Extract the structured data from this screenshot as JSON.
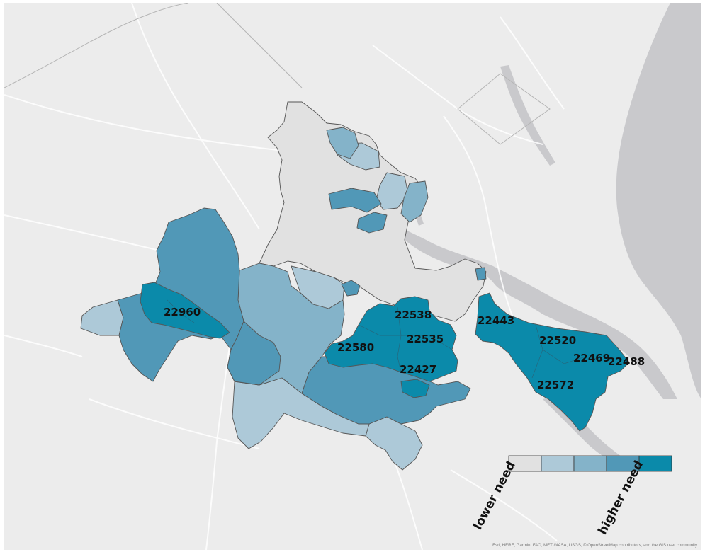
{
  "colors": {
    "land": "#ececec",
    "water": "#c9c9cc",
    "road": "#ffffff",
    "boundary": "#555555",
    "need_classes": [
      "#e1e1e1",
      "#adc9d8",
      "#84b3c9",
      "#5198b7",
      "#0b8aaa"
    ]
  },
  "legend": {
    "low_label": "lower need",
    "high_label": "higher need",
    "classes": 5
  },
  "zip_labels": [
    "22960",
    "22538",
    "22443",
    "22535",
    "22580",
    "22520",
    "22469",
    "22488",
    "22427",
    "22572"
  ],
  "attribution": "Esri, HERE, Garmin, FAO, METI/NASA, USGS, © OpenStreetMap contributors, and the GIS user community"
}
